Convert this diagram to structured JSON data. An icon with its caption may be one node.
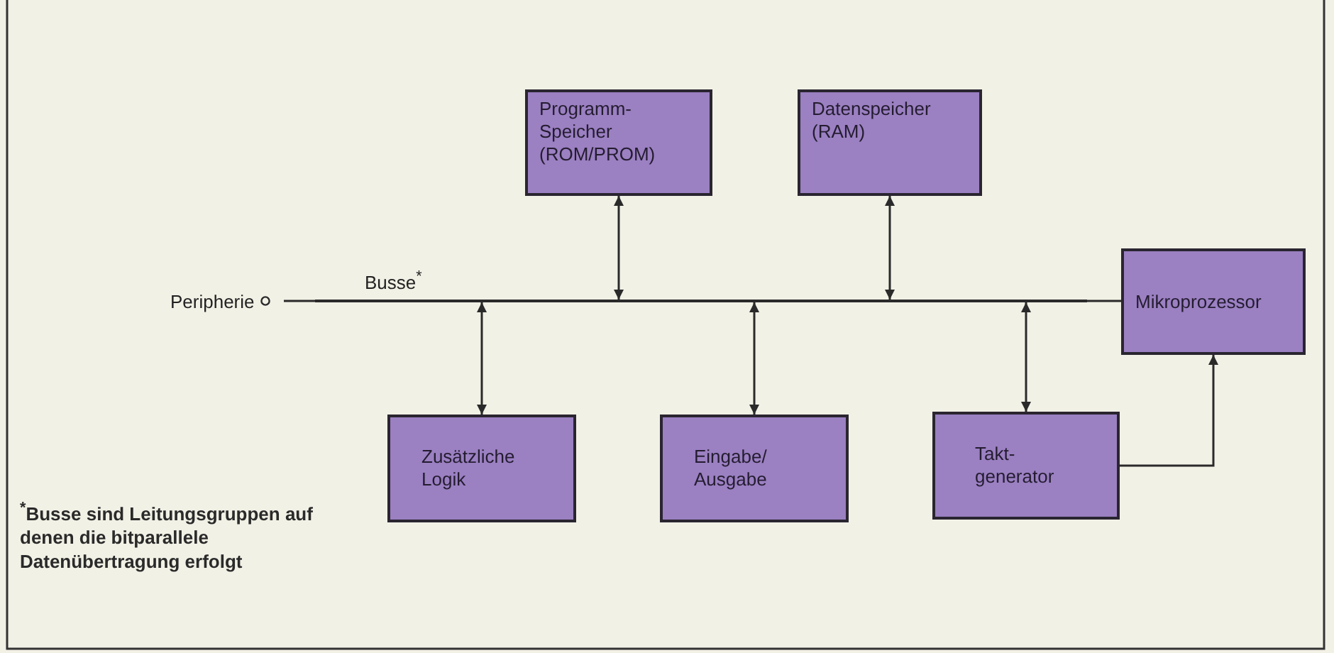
{
  "diagram": {
    "nodes": [
      {
        "text": [
          "Programm-Speicher (ROM/PROM)"
        ]
      },
      {
        "text": [
          "Datenspeicher (RAM)"
        ]
      },
      {
        "text": [
          "Peripherie"
        ]
      },
      {
        "text": [
          "Busse$^{*}$"
        ]
      },
      {
        "text": [
          "Mikroprozessor"
        ]
      },
      {
        "text": [
          "Zusätzliche Logik"
        ]
      },
      {
        "text": [
          "Eingabe/ Ausgabe"
        ]
      },
      {
        "text": [
          "Takt-generator"
        ]
      }
    ],
    "edges": [
      {
        "from": 2,
        "to": 3,
        "arrow": "none"
      },
      {
        "from": 3,
        "to": 0,
        "arrow": "both"
      },
      {
        "from": 3,
        "to": 1,
        "arrow": "both"
      },
      {
        "from": 3,
        "to": 4,
        "arrow": "none"
      },
      {
        "from": 3,
        "to": 5,
        "arrow": "both"
      },
      {
        "from": 3,
        "to": 6,
        "arrow": "both"
      },
      {
        "from": 3,
        "to": 7,
        "arrow": "both"
      },
      {
        "from": 7,
        "to": 4,
        "arrow": "to"
      }
    ],
    "labels": [
      "$^{*}$Busse sind Leitungsgruppen auf denen die bitparallele Datenübertragung erfolgt"
    ]
  }
}
